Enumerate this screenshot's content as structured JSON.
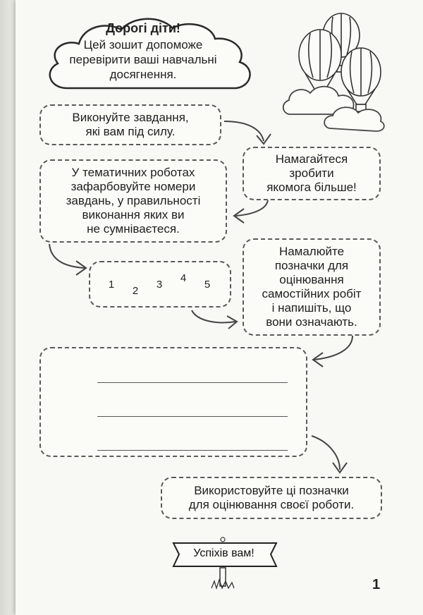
{
  "greeting": {
    "title": "Дорогі діти!",
    "text": "Цей зошит допоможе перевірити ваші навчальні досягнення."
  },
  "tips": {
    "tip1": "Виконуйте завдання,\nякі вам під силу.",
    "tip2": "Намагайтеся\nзробити\nякомога більше!",
    "tip3": "У тематичних роботах\nзафарбовуйте номери\nзавдань, у правильності\nвиконання яких ви\nне сумніваєтеся.",
    "tip4": "Намалюйте\nпозначки для\nоцінювання\nсамостійних робіт\nі напишіть, що\nвони означають.",
    "tip5": "Використовуйте ці позначки\nдля оцінювання своєї роботи."
  },
  "stars": [
    "1",
    "2",
    "3",
    "4",
    "5"
  ],
  "sign": "Успіхів вам!",
  "page_number": "1",
  "icons": {
    "cloud": "cloud-icon",
    "balloon": "hot-air-balloon-icon",
    "star": "star-icon",
    "sun": "sun-icon",
    "arrow": "curved-arrow-icon",
    "signpost": "signpost-icon"
  }
}
